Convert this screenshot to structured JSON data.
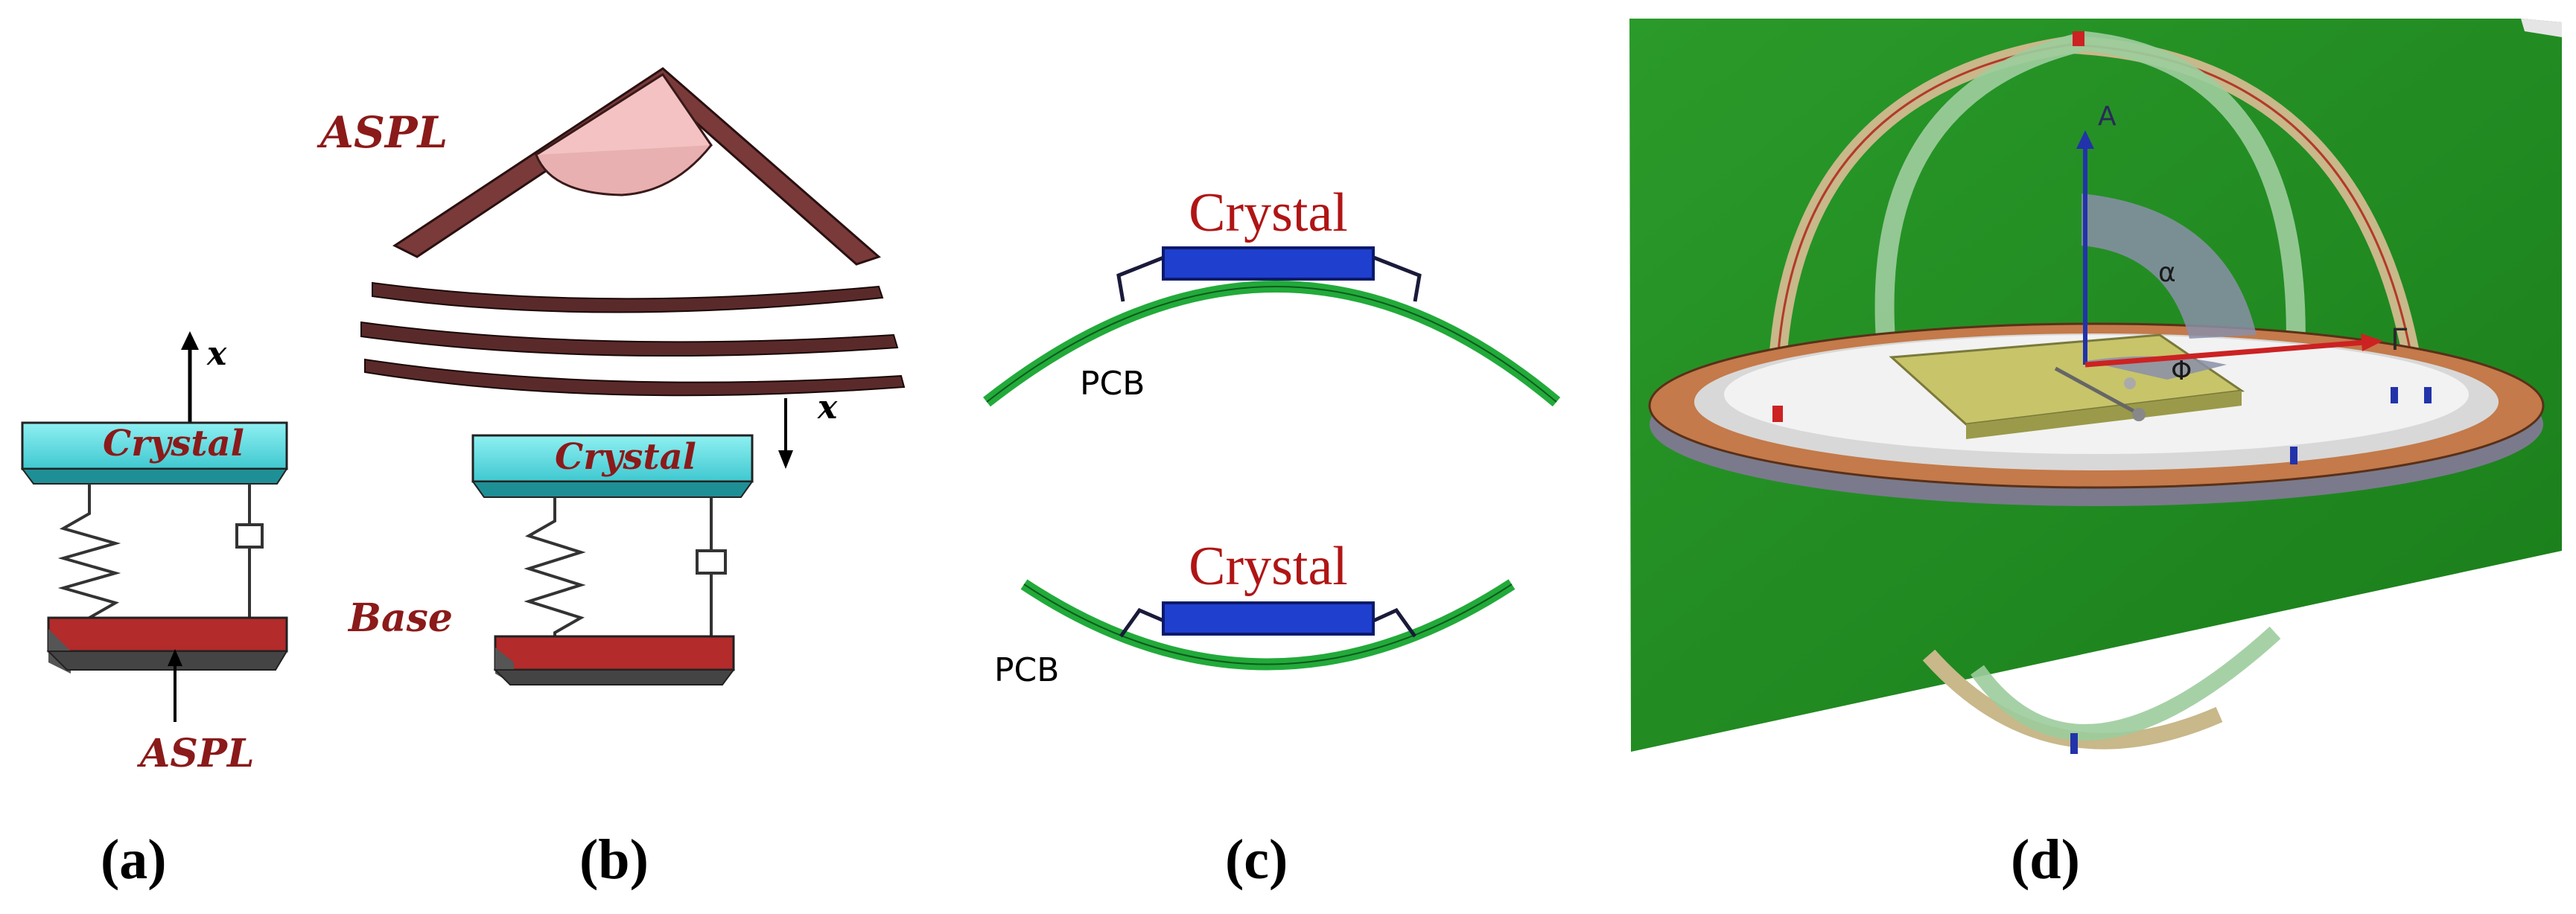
{
  "panels": {
    "a": {
      "caption": "(a)",
      "crystal_label": "Crystal",
      "axis_label": "x",
      "source_label": "ASPL"
    },
    "b": {
      "caption": "(b)",
      "top_label": "ASPL",
      "crystal_label": "Crystal",
      "base_label": "Base",
      "axis_label": "x"
    },
    "c": {
      "caption": "(c)",
      "top": {
        "crystal_label": "Crystal",
        "pcb_label": "PCB"
      },
      "bottom": {
        "crystal_label": "Crystal",
        "pcb_label": "PCB"
      }
    },
    "d": {
      "caption": "(d)",
      "axis_a_label": "A",
      "axis_gamma_label": "Γ",
      "angle_alpha_label": "α",
      "angle_phi_label": "Φ"
    }
  },
  "colors": {
    "crystal_block": "#5ce1e6",
    "base_block": "#a52a2a",
    "label_red": "#8b1a1a",
    "aspl_plate": "#6b3a3a",
    "aspl_face": "#f4c2c2",
    "pcb_green": "#22aa3a",
    "crystal_blue": "#1f3fcf",
    "board_green": "#1f8f1f",
    "ring_copper": "#c47a4a",
    "ring_grey": "#8a8a9a",
    "ring_green": "#9ccc9c",
    "ring_tan": "#c8b88a",
    "plate_yellow": "#c8c46a",
    "axis_red": "#cc2222",
    "axis_blue": "#2233aa"
  }
}
